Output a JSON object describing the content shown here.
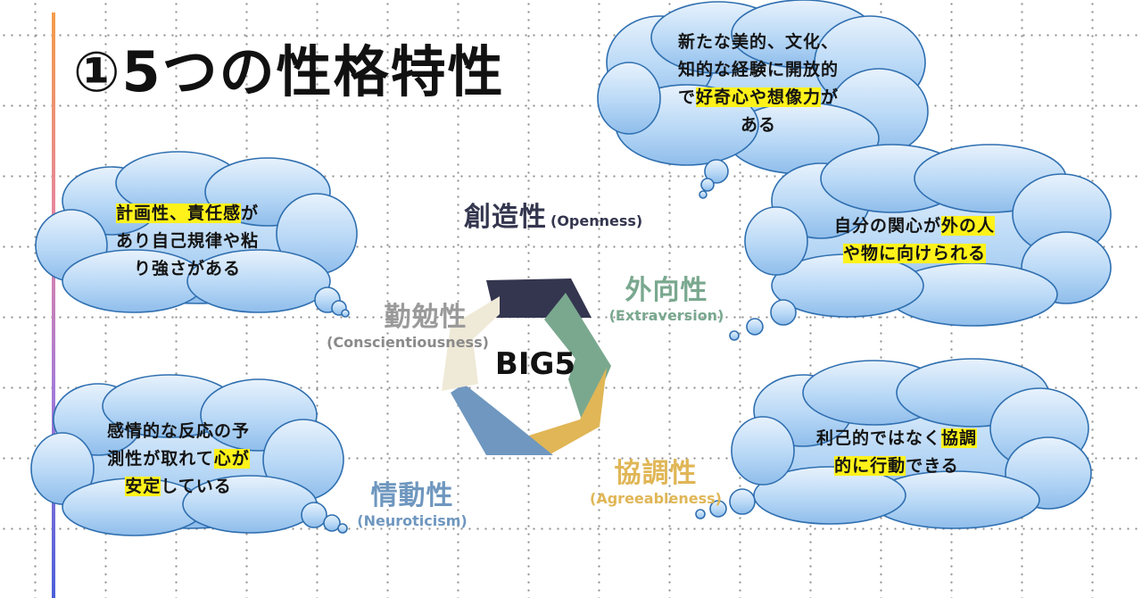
{
  "title": "①5つの性格特性",
  "center_label": "BIG5",
  "traits": {
    "openness": {
      "jp": "創造性",
      "en": "(Openness)"
    },
    "extraversion": {
      "jp": "外向性",
      "en": "(Extraversion)"
    },
    "conscientiousness": {
      "jp": "勤勉性",
      "en": "(Conscientiousness)"
    },
    "agreeableness": {
      "jp": "協調性",
      "en": "(Agreeableness)"
    },
    "neuroticism": {
      "jp": "情動性",
      "en": "(Neuroticism)"
    }
  },
  "bubbles": {
    "openness": {
      "l1": "新たな美的、文化、",
      "l2": "知的な経験に開放的",
      "l3_pre": "で",
      "l3_hl": "好奇心や想像力",
      "l3_post": "が",
      "l4": "ある"
    },
    "conscientiousness": {
      "l1_hl": "計画性、責任感",
      "l1_post": "が",
      "l2": "あり自己規律や粘",
      "l3": "り強さがある"
    },
    "extraversion": {
      "l1_pre": "自分の関心が",
      "l1_hl": "外の人",
      "l2_hl": "や物に向けられる"
    },
    "neuroticism": {
      "l1": "感情的な反応の予",
      "l2_pre": "測性が取れて",
      "l2_hl": "心が",
      "l3_hl": "安定",
      "l3_post": "している"
    },
    "agreeableness": {
      "l1_pre": "利己的ではなく",
      "l1_hl": "協調",
      "l2_hl": "的に行動",
      "l2_post": "できる"
    }
  },
  "colors": {
    "openness": "#34364f",
    "extraversion": "#7aa88f",
    "agreeableness": "#e0b656",
    "neuroticism": "#6f97bf",
    "conscientiousness": "#efe9d7",
    "cloud_fill": "#a9cff3",
    "cloud_stroke": "#2f6fb0",
    "highlight": "#fff21a"
  }
}
